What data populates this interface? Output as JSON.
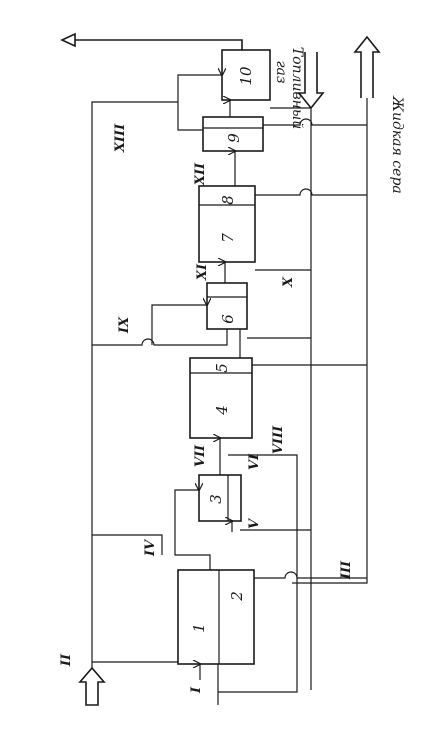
{
  "blocks": {
    "b1": "1",
    "b2": "2",
    "b3": "3",
    "b4": "4",
    "b5": "5",
    "b6": "6",
    "b7": "7",
    "b8": "8",
    "b9": "9",
    "b10": "10"
  },
  "streams": {
    "s1": "I",
    "s2": "II",
    "s3": "III",
    "s4": "IV",
    "s5": "V",
    "s6": "VI",
    "s7": "VII",
    "s8": "VIII",
    "s9": "IX",
    "s10": "X",
    "s11": "XI",
    "s12": "XII",
    "s13": "XIII"
  },
  "labels": {
    "fuel_gas_1": "Топливный",
    "fuel_gas_2": "газ",
    "liquid_sulfur": "Жидкая сера"
  }
}
